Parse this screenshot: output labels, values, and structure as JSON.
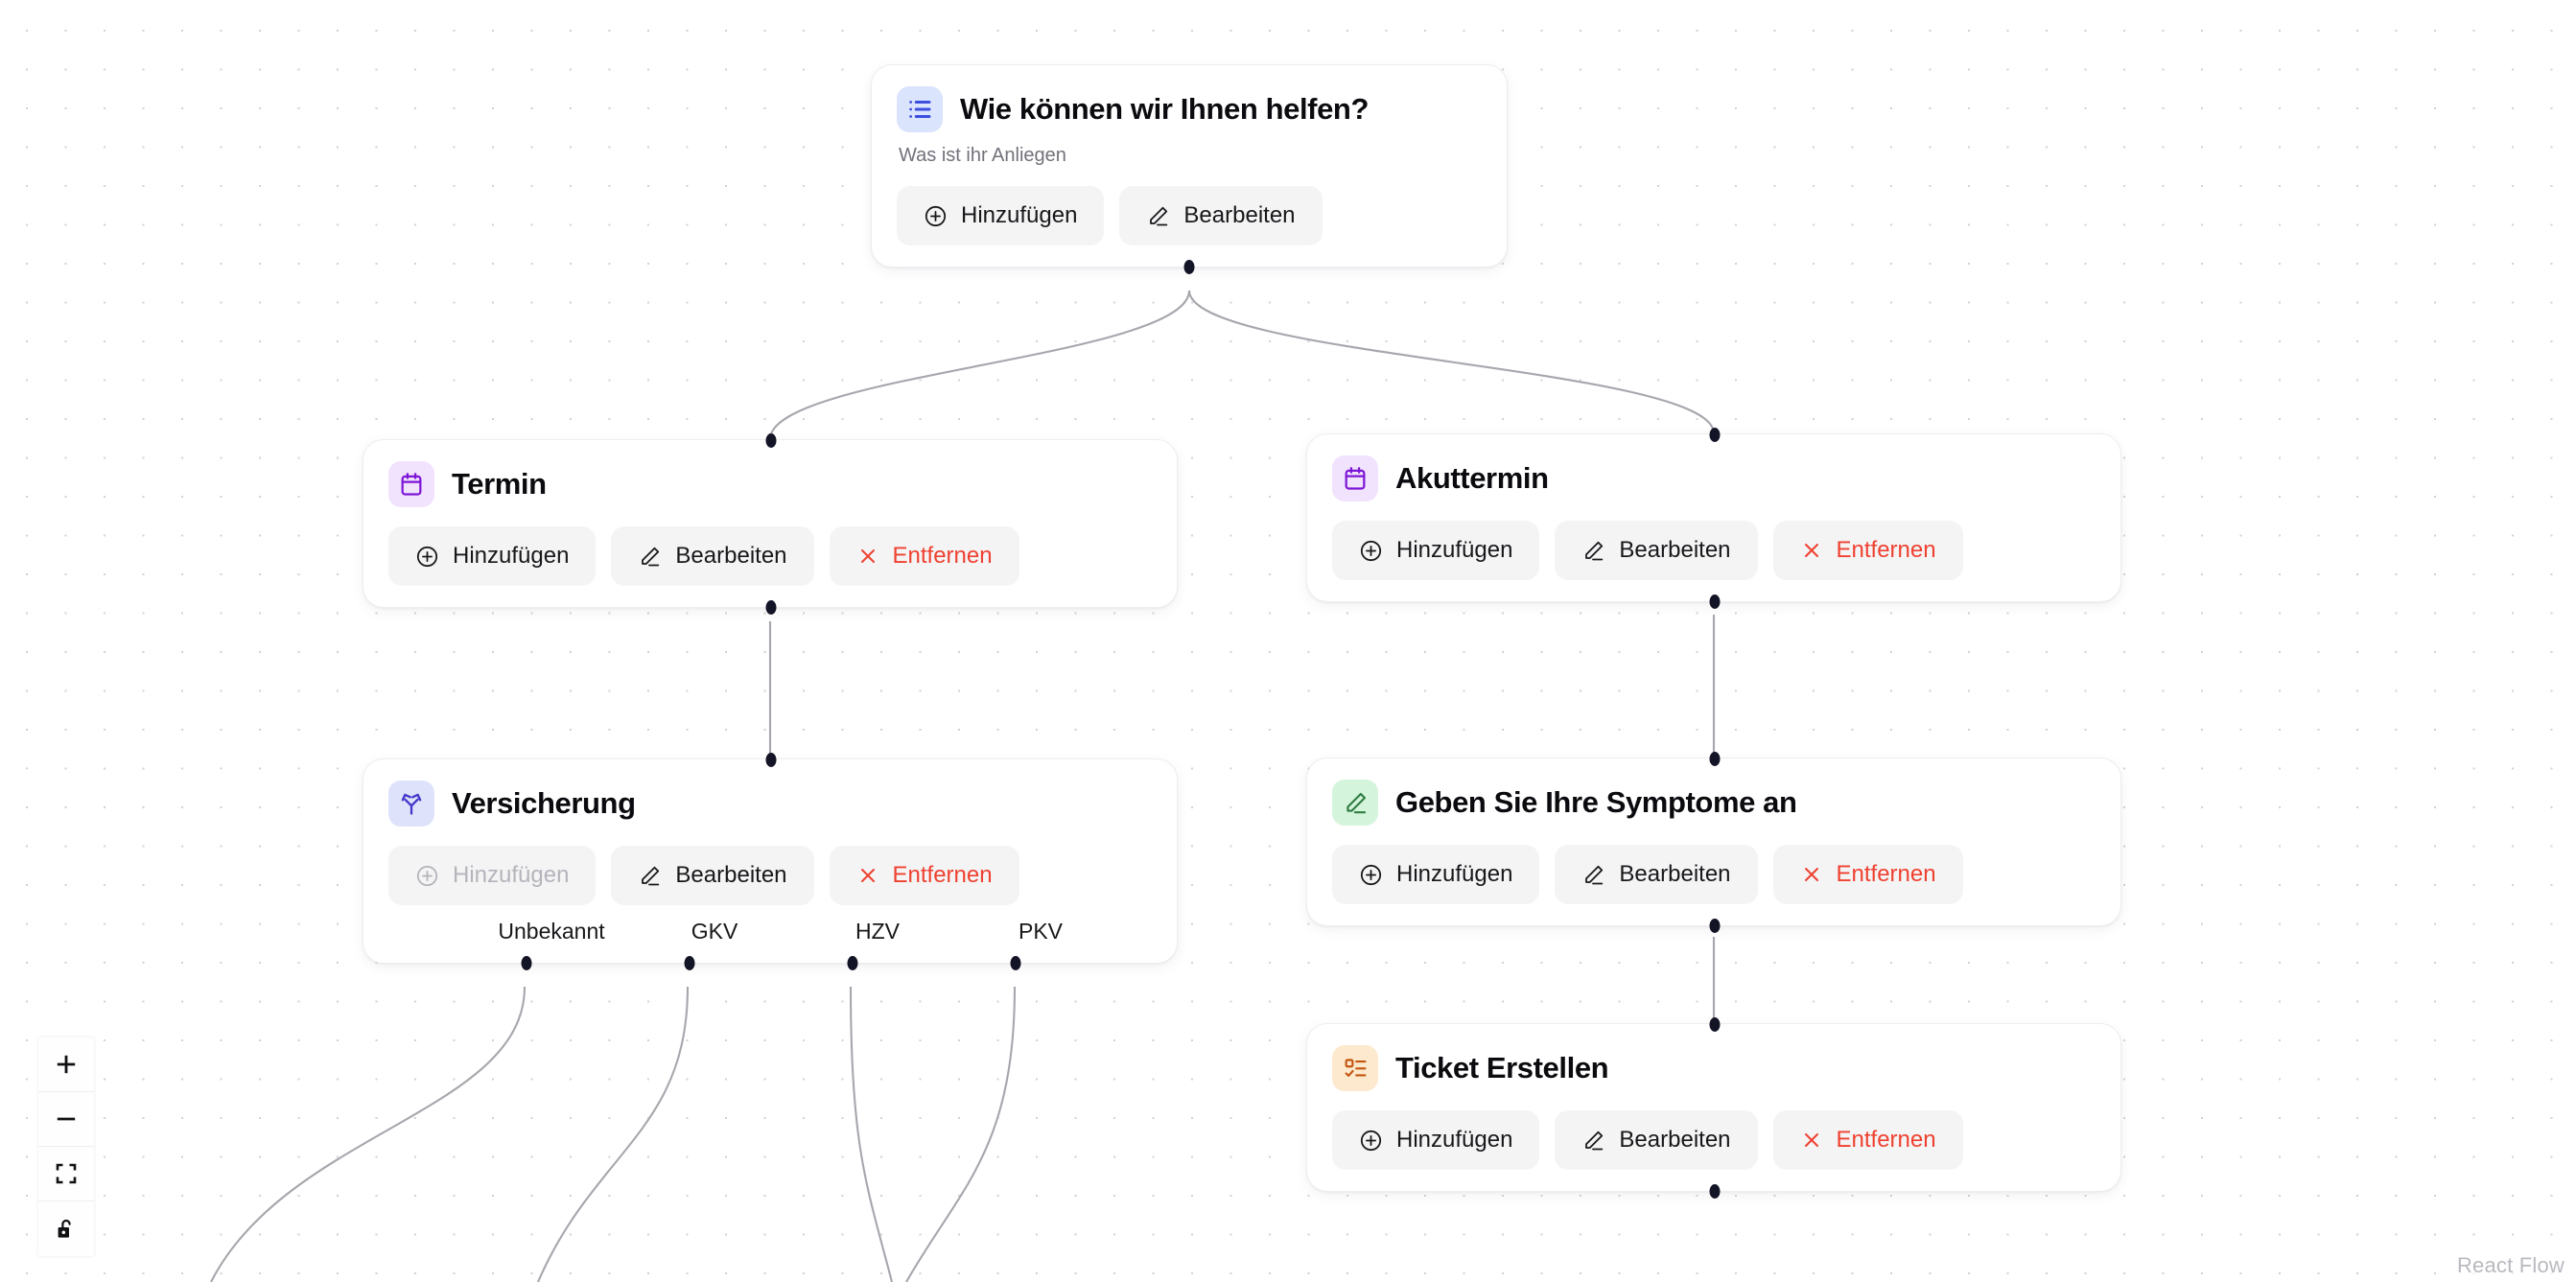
{
  "app": {
    "attribution": "React Flow",
    "background_pattern": "dots",
    "accent_colors": {
      "danger": "#ef4130",
      "muted_text": "#71717a",
      "disabled_text": "#b4b4bb",
      "node_bg": "#ffffff",
      "button_bg": "#f4f4f5",
      "edge_stroke": "#a6a6ad",
      "handle": "#141427"
    }
  },
  "controls": {
    "zoom_in": {
      "label": "zoom in",
      "icon": "plus-icon"
    },
    "zoom_out": {
      "label": "zoom out",
      "icon": "minus-icon"
    },
    "fit_view": {
      "label": "fit view",
      "icon": "fit-view-icon"
    },
    "interactive": {
      "label": "toggle interactivity",
      "icon": "unlock-icon"
    }
  },
  "labels": {
    "add": "Hinzufügen",
    "edit": "Bearbeiten",
    "remove": "Entfernen"
  },
  "nodes": [
    {
      "id": "root",
      "title": "Wie können wir Ihnen helfen?",
      "subtitle": "Was ist ihr Anliegen",
      "icon": "list-icon",
      "icon_color": "#3c4ee0",
      "icon_bg": "#dbe4fd",
      "buttons": [
        {
          "label": "Hinzufügen",
          "icon": "plus-circle-icon",
          "state": "enabled",
          "tone": "default"
        },
        {
          "label": "Bearbeiten",
          "icon": "pencil-icon",
          "state": "enabled",
          "tone": "default"
        }
      ],
      "branch_labels": []
    },
    {
      "id": "termin",
      "title": "Termin",
      "subtitle": "",
      "icon": "calendar-icon",
      "icon_color": "#7d16d6",
      "icon_bg": "#f1e2fd",
      "buttons": [
        {
          "label": "Hinzufügen",
          "icon": "plus-circle-icon",
          "state": "enabled",
          "tone": "default"
        },
        {
          "label": "Bearbeiten",
          "icon": "pencil-icon",
          "state": "enabled",
          "tone": "default"
        },
        {
          "label": "Entfernen",
          "icon": "x-icon",
          "state": "enabled",
          "tone": "danger"
        }
      ],
      "branch_labels": []
    },
    {
      "id": "akuttermin",
      "title": "Akuttermin",
      "subtitle": "",
      "icon": "calendar-icon",
      "icon_color": "#7d16d6",
      "icon_bg": "#f1e2fd",
      "buttons": [
        {
          "label": "Hinzufügen",
          "icon": "plus-circle-icon",
          "state": "enabled",
          "tone": "default"
        },
        {
          "label": "Bearbeiten",
          "icon": "pencil-icon",
          "state": "enabled",
          "tone": "default"
        },
        {
          "label": "Entfernen",
          "icon": "x-icon",
          "state": "enabled",
          "tone": "danger"
        }
      ],
      "branch_labels": []
    },
    {
      "id": "versicherung",
      "title": "Versicherung",
      "subtitle": "",
      "icon": "branch-icon",
      "icon_color": "#4338ca",
      "icon_bg": "#dee2fb",
      "buttons": [
        {
          "label": "Hinzufügen",
          "icon": "plus-circle-icon",
          "state": "disabled",
          "tone": "default"
        },
        {
          "label": "Bearbeiten",
          "icon": "pencil-icon",
          "state": "enabled",
          "tone": "default"
        },
        {
          "label": "Entfernen",
          "icon": "x-icon",
          "state": "enabled",
          "tone": "danger"
        }
      ],
      "branch_labels": [
        "Unbekannt",
        "GKV",
        "HZV",
        "PKV"
      ]
    },
    {
      "id": "symptome",
      "title": "Geben Sie Ihre Symptome an",
      "subtitle": "",
      "icon": "pencil-icon",
      "icon_color": "#2f7d42",
      "icon_bg": "#d5f4dc",
      "buttons": [
        {
          "label": "Hinzufügen",
          "icon": "plus-circle-icon",
          "state": "enabled",
          "tone": "default"
        },
        {
          "label": "Bearbeiten",
          "icon": "pencil-icon",
          "state": "enabled",
          "tone": "default"
        },
        {
          "label": "Entfernen",
          "icon": "x-icon",
          "state": "enabled",
          "tone": "danger"
        }
      ],
      "branch_labels": []
    },
    {
      "id": "ticket",
      "title": "Ticket Erstellen",
      "subtitle": "",
      "icon": "checklist-icon",
      "icon_color": "#c2560f",
      "icon_bg": "#fde9ce",
      "buttons": [
        {
          "label": "Hinzufügen",
          "icon": "plus-circle-icon",
          "state": "enabled",
          "tone": "default"
        },
        {
          "label": "Bearbeiten",
          "icon": "pencil-icon",
          "state": "enabled",
          "tone": "default"
        },
        {
          "label": "Entfernen",
          "icon": "x-icon",
          "state": "enabled",
          "tone": "danger"
        }
      ],
      "branch_labels": []
    }
  ]
}
